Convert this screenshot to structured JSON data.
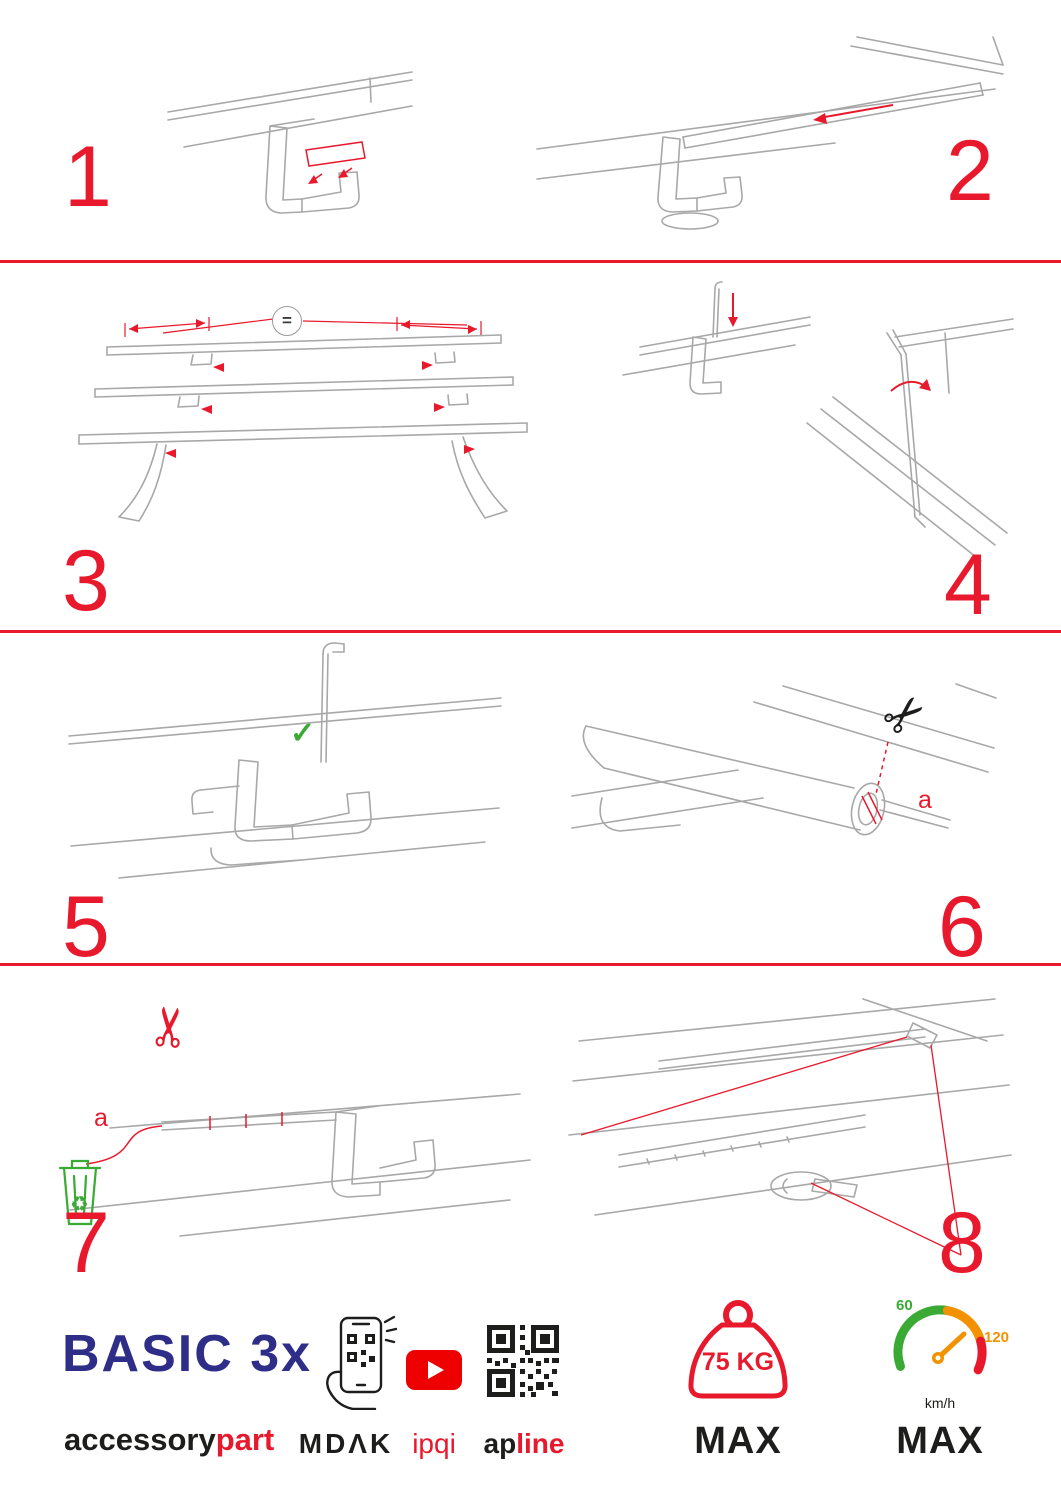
{
  "colors": {
    "accent": "#e8192c",
    "blue": "#2e2d87",
    "green": "#3aaa35",
    "orange": "#f39200",
    "youtube": "#ef0000",
    "ink": "#1d1d1b",
    "lineart": "#a8a8a8"
  },
  "steps": [
    {
      "number": "1"
    },
    {
      "number": "2"
    },
    {
      "number": "3"
    },
    {
      "number": "4"
    },
    {
      "number": "5"
    },
    {
      "number": "6"
    },
    {
      "number": "7"
    },
    {
      "number": "8"
    }
  ],
  "annotations": {
    "equal_sign": "=",
    "checkmark": "✓",
    "label_a_step6": "a",
    "label_a_step7": "a",
    "scissors_icon": "✂",
    "recycle_icon": "♻"
  },
  "footer": {
    "product_name": "BASIC 3x",
    "brand_accessory": "accessory",
    "brand_part": "part",
    "partner_mdak": "MDΛK",
    "partner_ipqi": "ipqi",
    "partner_ap": "ap",
    "partner_line": "line",
    "weight_limit": "75 KG",
    "weight_max": "MAX",
    "speed_max": "MAX",
    "speed_60": "60",
    "speed_120": "120",
    "speed_unit": "km/h"
  }
}
